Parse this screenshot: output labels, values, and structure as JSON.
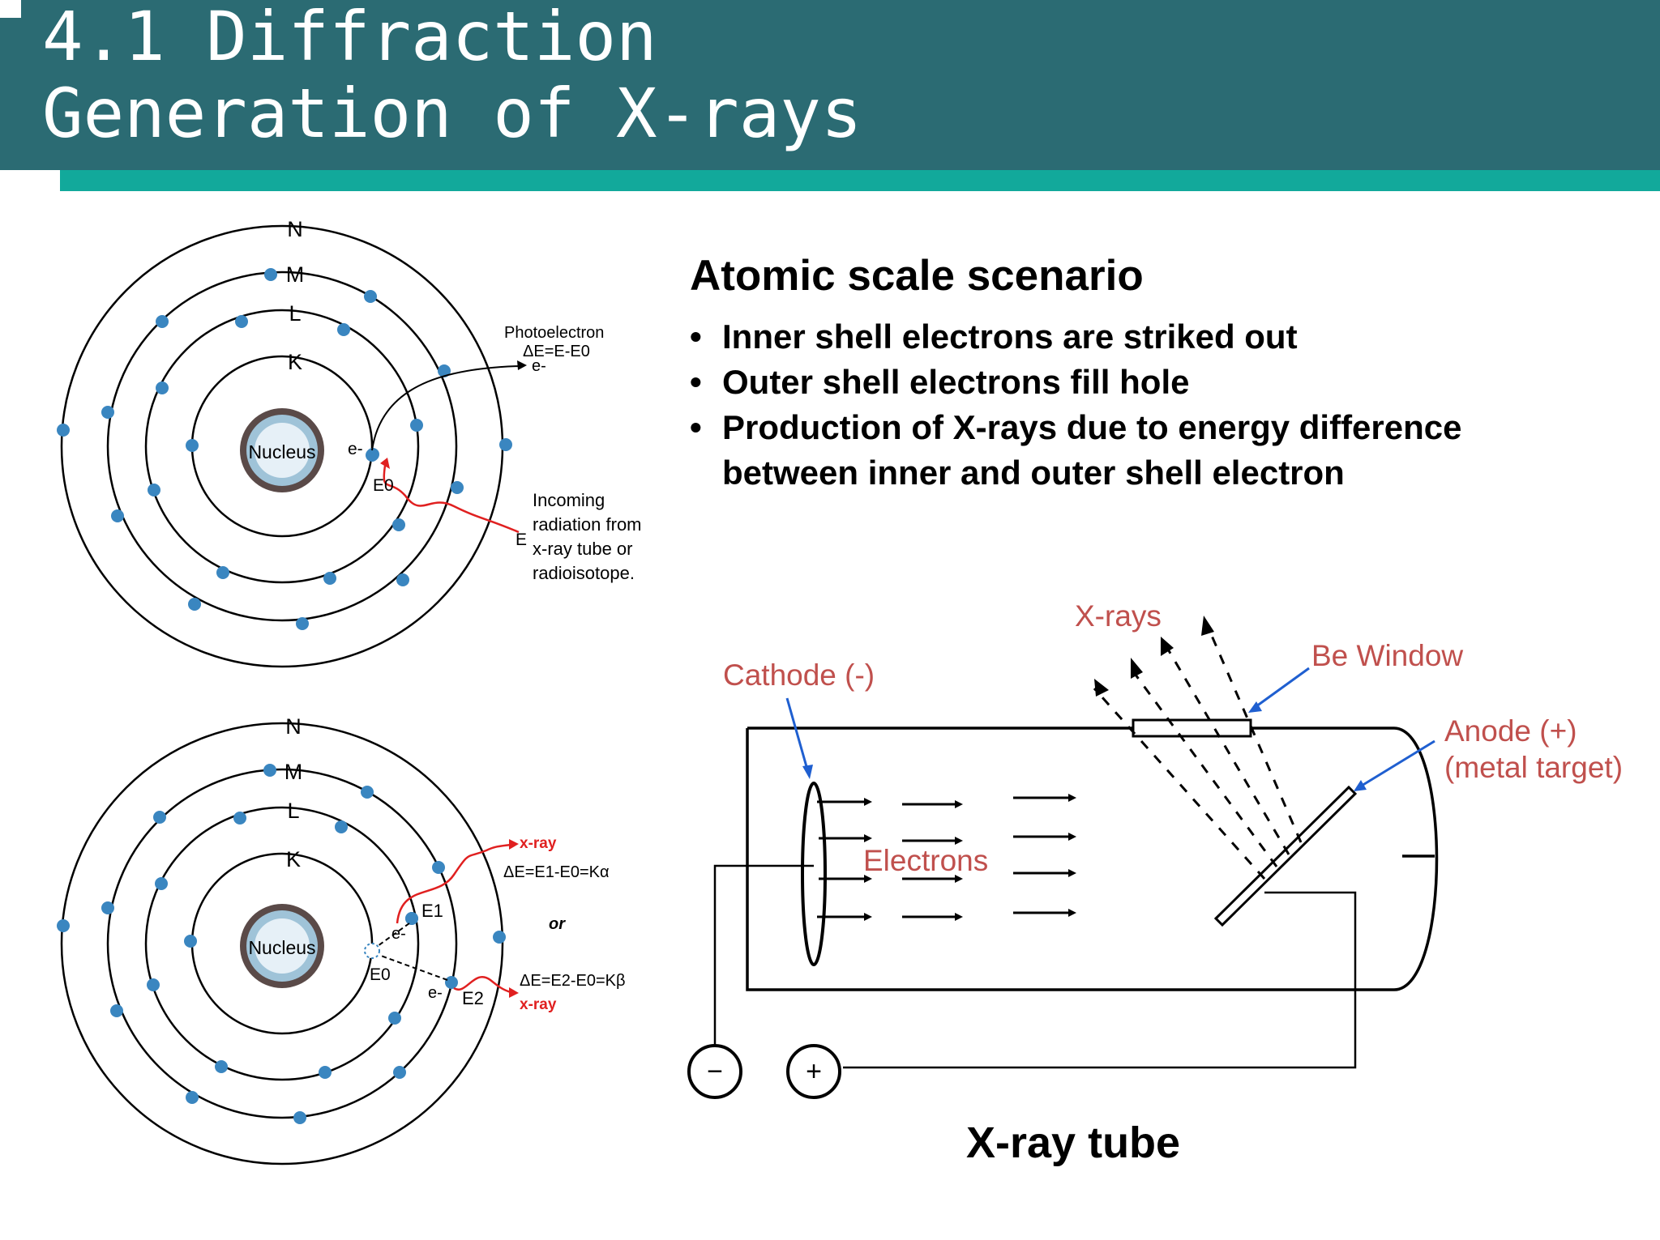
{
  "header": {
    "title_line1": "4.1 Diffraction",
    "title_line2": "Generation of X-rays"
  },
  "text": {
    "heading": "Atomic scale scenario",
    "bullets": [
      "Inner shell electrons are striked out",
      "Outer shell electrons fill hole",
      "Production of X-rays due to energy difference between inner and outer shell electron"
    ]
  },
  "atom_top": {
    "shells": [
      "N",
      "M",
      "L",
      "K"
    ],
    "nucleus": "Nucleus",
    "electron": "e-",
    "photoelectron_title": "Photoelectron",
    "photoelectron_energy": "ΔE=E-E0",
    "photoelectron_symbol": "e-",
    "ground_energy": "E0",
    "incoming_energy": "E",
    "incoming_lines": [
      "Incoming",
      "radiation from",
      "x-ray tube or",
      "radioisotope."
    ]
  },
  "atom_bottom": {
    "shells": [
      "N",
      "M",
      "L",
      "K"
    ],
    "nucleus": "Nucleus",
    "e1": "E1",
    "e2": "E2",
    "e0": "E0",
    "electron1": "e-",
    "electron2": "e-",
    "xray_label": "x-ray",
    "alpha_equation": "ΔE=E1-E0=Kα",
    "or": "or",
    "beta_equation": "ΔE=E2-E0=Kβ"
  },
  "tube": {
    "xrays": "X-rays",
    "be_window": "Be Window",
    "cathode": "Cathode (-)",
    "anode_line1": "Anode (+)",
    "anode_line2": "(metal target)",
    "electrons": "Electrons",
    "minus": "−",
    "plus": "+",
    "caption": "X-ray tube"
  },
  "colors": {
    "header_bg": "#2b6b73",
    "accent_bar": "#12a99b",
    "electron_dot": "#3a86c0",
    "red_label": "#c0504d",
    "blue_arrow": "#1f5fd0",
    "radiation_red": "#e02020"
  }
}
